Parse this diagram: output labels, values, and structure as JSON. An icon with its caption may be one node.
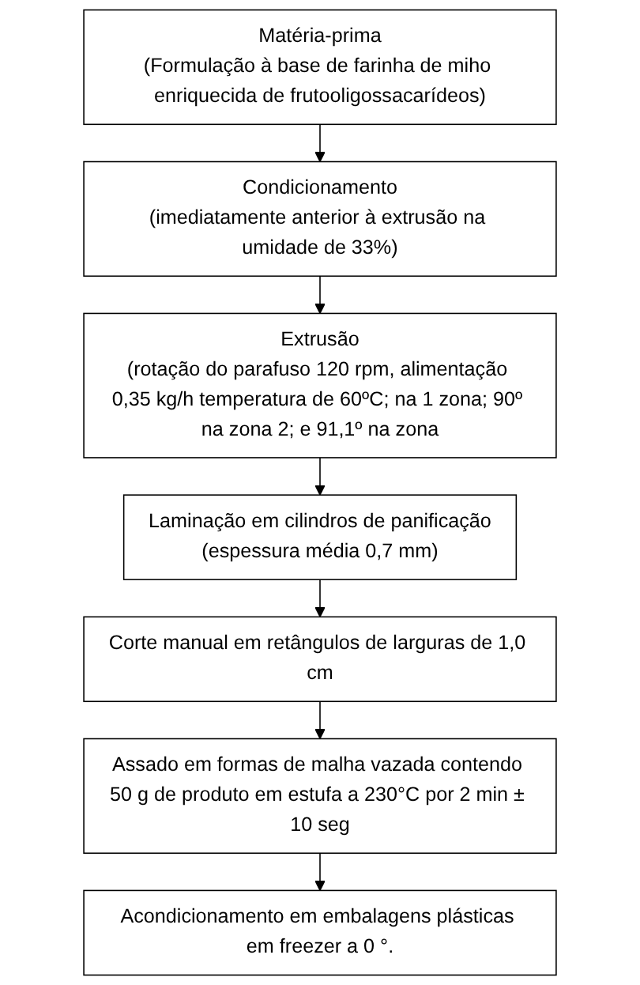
{
  "diagram": {
    "nodes": [
      {
        "text": [
          "Matéria-prima",
          "(Formulação à base de farinha de miho enriquecida de frutooligossacarídeos)"
        ]
      },
      {
        "text": [
          "Condicionamento",
          "(imediatamente anterior à extrusão na umidade de 33%)"
        ]
      },
      {
        "text": [
          "Extrusão",
          "(rotação do parafuso 120 rpm, alimentação 0,35 kg/h temperatura de 60ºC; na 1 zona; 90º na zona 2; e 91,1º na zona"
        ]
      },
      {
        "text": [
          "Laminação em cilindros de panificação",
          "(espessura média 0,7 mm)"
        ]
      },
      {
        "text": [
          "Corte manual em retângulos de larguras de 1,0 cm"
        ]
      },
      {
        "text": [
          "Assado em formas de malha vazada contendo 50 g de produto em estufa a 230°C por 2 min ± 10 seg"
        ]
      },
      {
        "text": [
          "Acondicionamento em embalagens plásticas em freezer a 0 °."
        ]
      }
    ],
    "edges": [
      {
        "from": 0,
        "to": 1,
        "arrow": "to"
      },
      {
        "from": 1,
        "to": 2,
        "arrow": "to"
      },
      {
        "from": 2,
        "to": 3,
        "arrow": "to"
      },
      {
        "from": 3,
        "to": 4,
        "arrow": "to"
      },
      {
        "from": 4,
        "to": 5,
        "arrow": "to"
      },
      {
        "from": 5,
        "to": 6,
        "arrow": "to"
      }
    ]
  }
}
